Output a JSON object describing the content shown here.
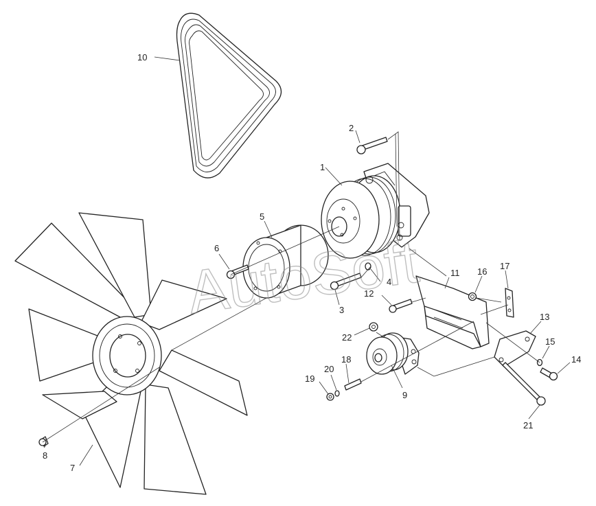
{
  "watermark": "AutoSoft",
  "callouts": {
    "c1": "1",
    "c2": "2",
    "c3": "3",
    "c4": "4",
    "c5": "5",
    "c6": "6",
    "c7": "7",
    "c8": "8",
    "c9": "9",
    "c10": "10",
    "c11": "11",
    "c12": "12",
    "c13": "13",
    "c14": "14",
    "c15": "15",
    "c16": "16",
    "c17": "17",
    "c18": "18",
    "c19": "19",
    "c20": "20",
    "c21": "21",
    "c22": "22"
  }
}
